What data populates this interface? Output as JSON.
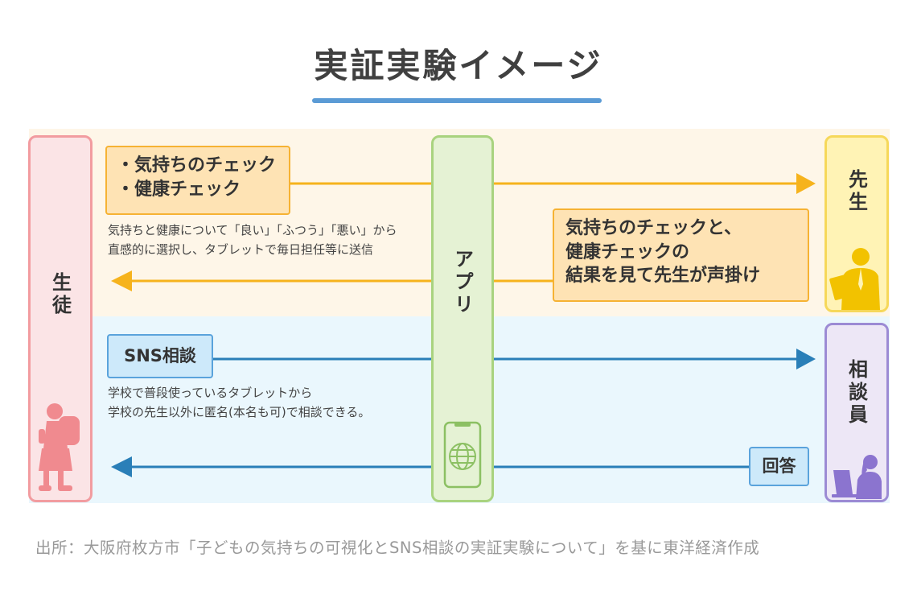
{
  "title": "実証実験イメージ",
  "actors": {
    "student": "生徒",
    "app": "アプリ",
    "teacher": "先生",
    "counselor": "相談員"
  },
  "check_box": {
    "line1": "・気持ちのチェック",
    "line2": "・健康チェック"
  },
  "check_desc": {
    "line1": "気持ちと健康について「良い」「ふつう」「悪い」から",
    "line2": "直感的に選択し、タブレットで毎日担任等に送信"
  },
  "feedback_box": {
    "line1": "気持ちのチェックと、",
    "line2": "健康チェックの",
    "line3": "結果を見て先生が声掛け"
  },
  "sns_box": "SNS相談",
  "sns_desc": {
    "line1": "学校で普段使っているタブレットから",
    "line2": "学校の先生以外に匿名(本名も可)で相談できる。"
  },
  "answer_box": "回答",
  "source": "出所：大阪府枚方市「子どもの気持ちの可視化とSNS相談の実証実験について」を基に東洋経済作成",
  "colors": {
    "orange_arrow": "#f6b31c",
    "blue_arrow": "#2a7fb8",
    "title_underline": "#5b9bd5"
  }
}
